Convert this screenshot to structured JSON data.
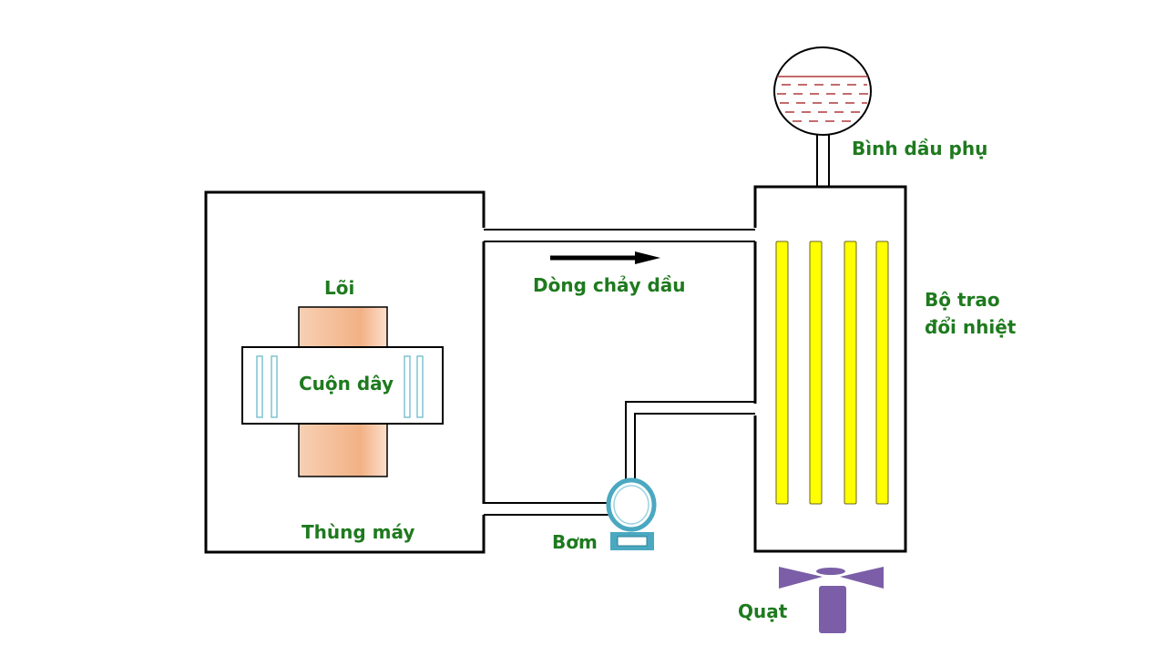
{
  "diagram": {
    "labels": {
      "core": "Lõi",
      "coil": "Cuộn dây",
      "tank": "Thùng máy",
      "oil_flow": "Dòng chảy dầu",
      "pump": "Bơm",
      "conservator": "Bình dầu phụ",
      "heat_exchanger_line1": "Bộ trao",
      "heat_exchanger_line2": "đổi nhiệt",
      "fan": "Quạt"
    },
    "colors": {
      "label_text": "#1e7a1e",
      "outline": "#000000",
      "core_fill": "#f3b88f",
      "coil_strip": "#7fc4d0",
      "pump": "#4aa8c0",
      "tube_fill": "#ffff00",
      "fan": "#7b5ea7",
      "oil_dash": "#b03a3a"
    },
    "heat_exchanger_tube_count": 4
  }
}
